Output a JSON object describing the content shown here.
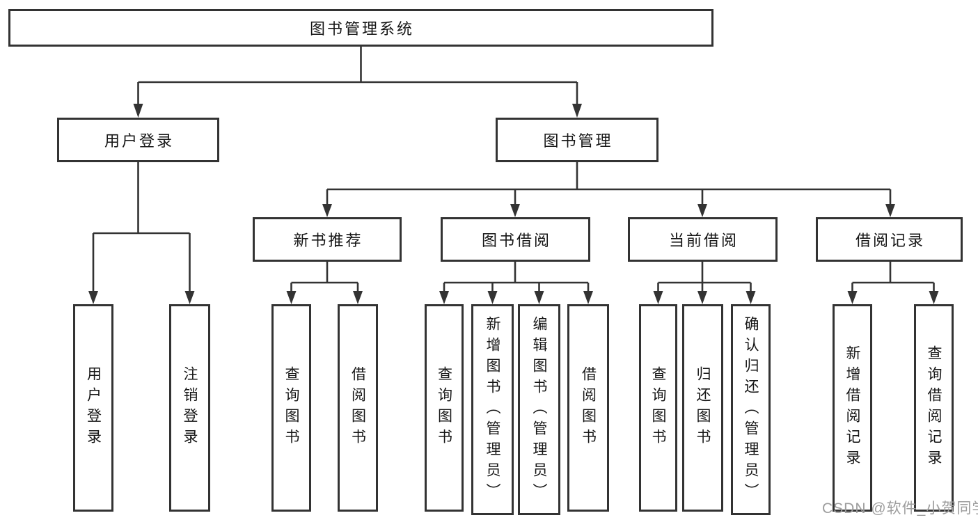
{
  "diagram": {
    "title": "图书管理系统",
    "level2": [
      "用户登录",
      "图书管理"
    ],
    "level3": [
      "新书推荐",
      "图书借阅",
      "当前借阅",
      "借阅记录"
    ],
    "leaves": [
      "用户登录",
      "注销登录",
      "查询图书",
      "借阅图书",
      "查询图书",
      "新增图书（管理员）",
      "编辑图书（管理员）",
      "借阅图书",
      "查询图书",
      "归还图书",
      "确认归还（管理员）",
      "新增借阅记录",
      "查询借阅记录"
    ],
    "colors": {
      "line": "#333333",
      "text": "#161616",
      "background": "#ffffff",
      "watermark": "#9d9d9d"
    }
  },
  "watermark": "CSDN @软件_小贺同学"
}
